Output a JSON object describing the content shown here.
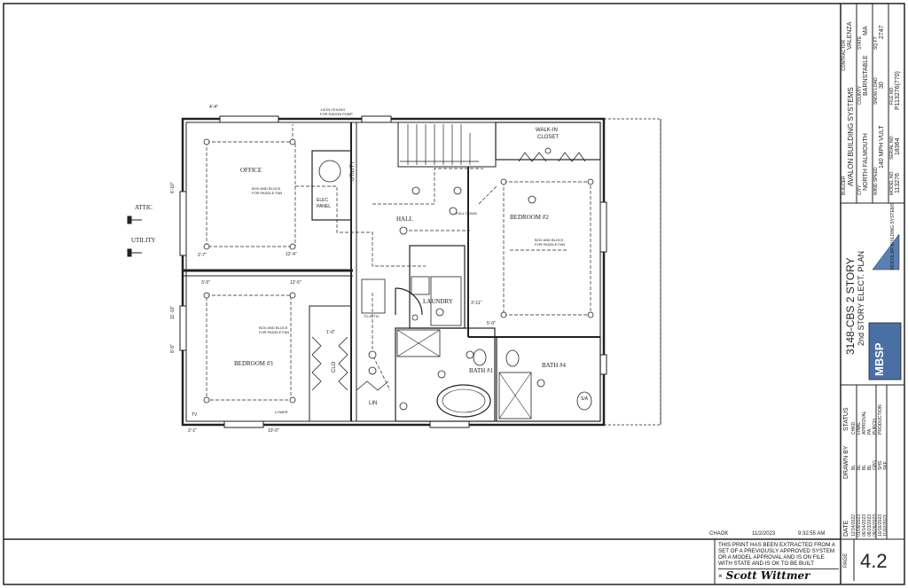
{
  "plan": {
    "rooms": {
      "office": "OFFICE",
      "hall": "HALL",
      "bedroom2": "BEDROOM #2",
      "bedroom3": "BEDROOM #3",
      "laundry": "LAUNDRY",
      "bath1": "BATH #1",
      "bath4": "BATH #4",
      "walkin_closet_1": "WALK-IN",
      "walkin_closet_2": "CLOSET",
      "utility": "UTILITY",
      "lin": "LIN",
      "clo": "CLO"
    },
    "notes": {
      "radon": "J-B IN CEILING",
      "radon2": "FOR RADON PUMP",
      "paddle_office_1": "BOX AND BLOCK",
      "paddle_office_2": "FOR PADDLE FAN",
      "paddle_bed2_1": "BOX AND BLOCK",
      "paddle_bed2_2": "FOR PADDLE FAN",
      "paddle_bed3_1": "BOX AND BLOCK",
      "paddle_bed3_2": "FOR PADDLE FAN",
      "elec_panel_1": "ELEC",
      "elec_panel_2": "PANEL",
      "to_attic": "TO ATTIC",
      "pull_down": "PULL DOWN",
      "lower": "LOWER",
      "attic_label": "ATTIC",
      "utility_label": "UTILITY",
      "tv": "TV",
      "sa": "S/A"
    },
    "dims": {
      "top_a": "4'-4\"",
      "left_a": "6'-10\"",
      "left_b": "11'-10\"",
      "left_c": "8'-5\"",
      "d1": "2'-7\"",
      "d2": "12'-4\"",
      "d3": "3'-5\"",
      "d4": "12'-5\"",
      "d5": "2'-1\"",
      "d6": "10'-0\"",
      "d7": "5'-0\"",
      "d8": "1'-0\"",
      "d9": "3'-11\""
    }
  },
  "title_block": {
    "contractor_label": "CONTRACTOR",
    "contractor": "VALENZA",
    "builder_label": "BUILDER",
    "builder": "AVALON BUILDING SYSTEMS",
    "city_label": "CITY",
    "city": "NORTH FALMOUTH",
    "county_label": "COUNTY",
    "county": "BARNSTABLE",
    "state_label": "STATE",
    "state": "MA",
    "wind_speed_label": "WIND SPEED",
    "wind_speed": "140 MPH VULT",
    "snow_load_label": "SNOW LOAD",
    "snow_load": "30",
    "sq_ft_label": "SQ FT",
    "sq_ft": "2747",
    "model_label": "MODEL NO.",
    "model": "113276",
    "serial_label": "SERIAL NO.",
    "serial": "18364",
    "file_label": "FILE NO.",
    "file": "P113276(770)",
    "sheet_title_1": "3148-CBS 2 STORY",
    "sheet_title_2": "2nd STORY ELECT. PLAN",
    "logo_text": "MBSP",
    "logo_sub": "MODULAR BUILDING SYSTEMS",
    "status_header": "STATUS",
    "drawn_header": "DRAWN BY",
    "date_header": "DATE",
    "revisions": [
      {
        "date": "12/14/2022",
        "by": "BL",
        "status": "CHKD"
      },
      {
        "date": "01/09/2023",
        "by": "BL",
        "status": "FINAL"
      },
      {
        "date": "06/14/2023",
        "by": "BL",
        "status": "APPROVAL"
      },
      {
        "date": "08/23/2023",
        "by": "BL",
        "status": "PA"
      },
      {
        "date": "09/26/2023",
        "by": "GPG",
        "status": "PURCH"
      },
      {
        "date": "10/16/2023",
        "by": "SHS",
        "status": "PRODUCTION"
      },
      {
        "date": "11/02/2023",
        "by": "SKF",
        "status": ""
      }
    ],
    "page_label": "PAGE",
    "page_number": "4.2"
  },
  "chaok": {
    "label": "CHAOK",
    "date": "11/2/2023",
    "time": "9:32:55 AM"
  },
  "stamp": {
    "line1": "THIS PRINT HAS BEEN EXTRACTED FROM A",
    "line2": "SET OF A PREVIOUSLY APPROVED SYSTEM",
    "line3": "OR A MODEL APPROVAL AND IS ON FILE",
    "line4": "WITH STATE AND IS OK TO BE BUILT",
    "signature": "Scott Wittmer"
  }
}
